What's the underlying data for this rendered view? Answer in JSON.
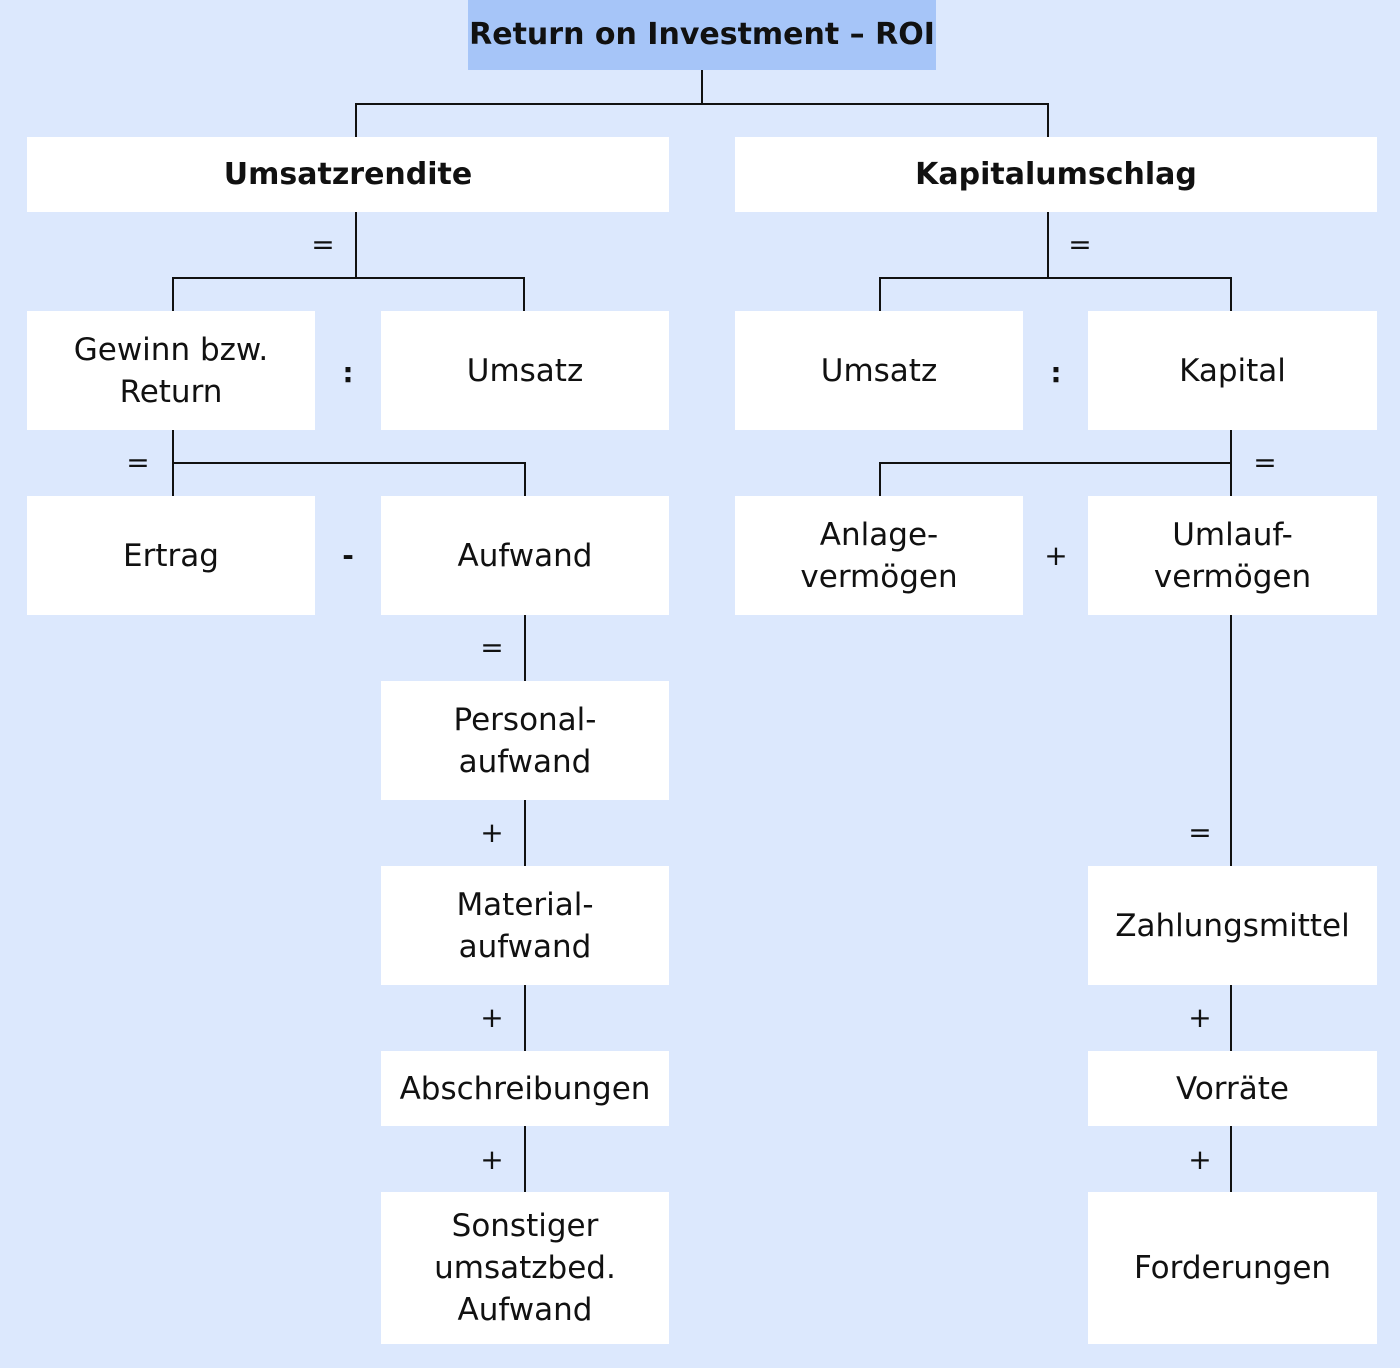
{
  "colors": {
    "background": "#dce8fd",
    "root_fill": "#a6c5f8",
    "box_fill": "#ffffff",
    "line": "#111111"
  },
  "root": {
    "label": "Return on Investment – ROI"
  },
  "umsatzrendite": {
    "label": "Umsatzrendite",
    "eq": "=",
    "gewinn": [
      "Gewinn bzw.",
      "Return"
    ],
    "div": ":",
    "umsatz": "Umsatz",
    "gewinn_eq": "=",
    "ertrag": "Ertrag",
    "minus": "-",
    "aufwand": "Aufwand",
    "aufwand_eq": "=",
    "personal": [
      "Personal-",
      "aufwand"
    ],
    "plus1": "+",
    "material": [
      "Material-",
      "aufwand"
    ],
    "plus2": "+",
    "abschreibungen": "Abschreibungen",
    "plus3": "+",
    "sonstiger": [
      "Sonstiger",
      "umsatzbed.",
      "Aufwand"
    ]
  },
  "kapitalumschlag": {
    "label": "Kapitalumschlag",
    "eq": "=",
    "umsatz": "Umsatz",
    "div": ":",
    "kapital": "Kapital",
    "kapital_eq": "=",
    "anlage": [
      "Anlage-",
      "vermögen"
    ],
    "plus": "+",
    "umlauf": [
      "Umlauf-",
      "vermögen"
    ],
    "umlauf_eq": "=",
    "zahlungsmittel": "Zahlungsmittel",
    "plus1": "+",
    "vorraete": "Vorräte",
    "plus2": "+",
    "forderungen": "Forderungen"
  }
}
